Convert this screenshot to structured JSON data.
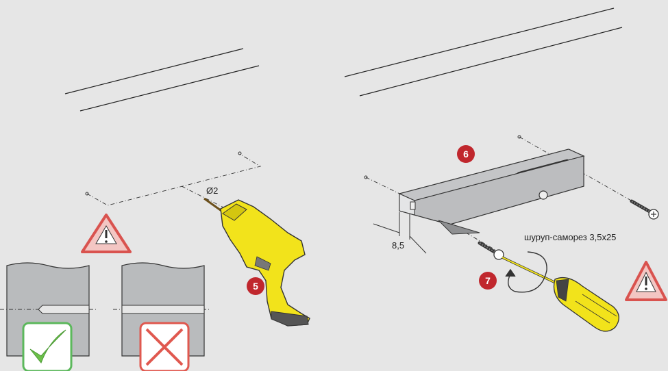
{
  "steps": {
    "drill": "5",
    "place": "6",
    "screw": "7"
  },
  "labels": {
    "drill_diameter": "Ø2",
    "offset": "8,5",
    "screw_spec": "шуруп-саморез 3,5x25"
  },
  "icons": {
    "warning_left": "warning-triangle-icon",
    "warning_right": "warning-triangle-icon",
    "correct": "check-icon",
    "wrong": "cross-icon"
  },
  "colors": {
    "background": "#e6e6e6",
    "step_badge": "#c0272d",
    "warning": "#d9534f",
    "correct": "#5cb85c",
    "wrong": "#e0584f",
    "tool_yellow": "#f2e31b"
  }
}
